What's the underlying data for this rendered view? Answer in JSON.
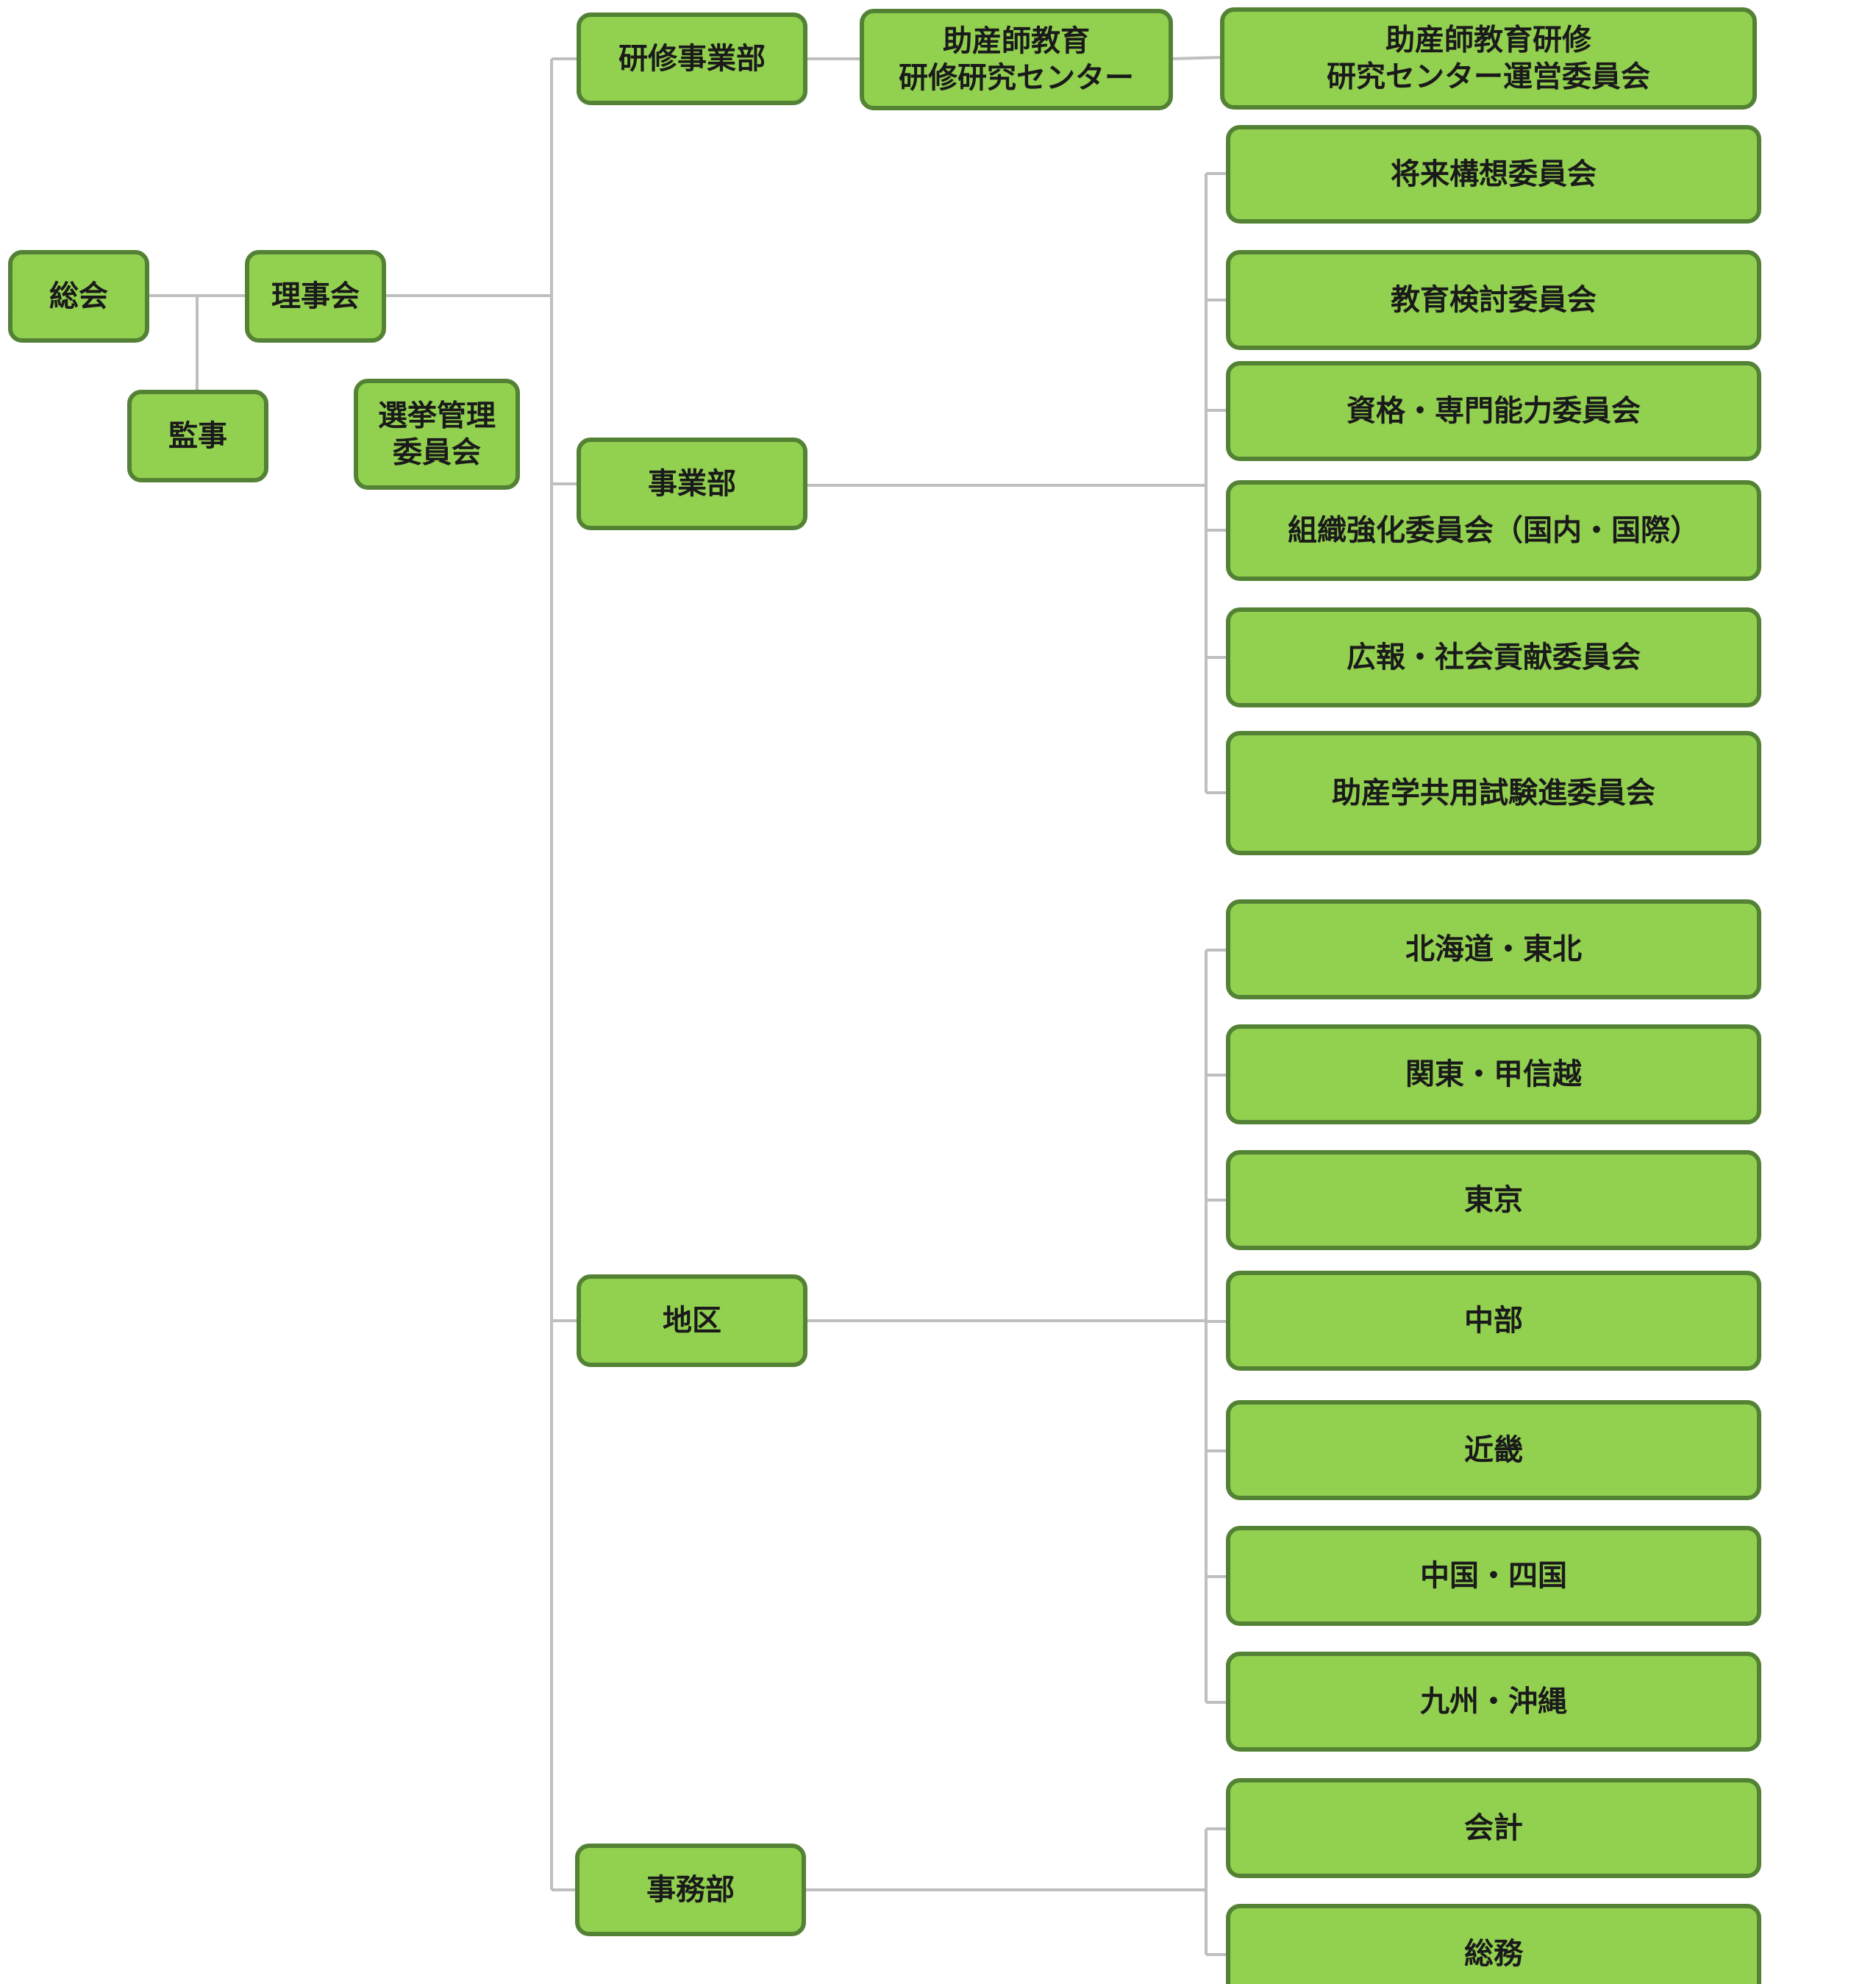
{
  "org": {
    "general_assembly": "総会",
    "auditor": "監事",
    "board": "理事会",
    "election_committee": [
      "選挙管理",
      "委員会"
    ],
    "training_division": "研修事業部",
    "training_center": [
      "助産師教育",
      "研修研究センター"
    ],
    "training_center_committee": [
      "助産師教育研修",
      "研究センター運営委員会"
    ],
    "operations_division": "事業部",
    "operations_committees": [
      "将来構想委員会",
      "教育検討委員会",
      "資格・専門能力委員会",
      "組織強化委員会（国内・国際）",
      "広報・社会貢献委員会",
      "助産学共用試験進委員会"
    ],
    "regions_division": "地区",
    "regions": [
      "北海道・東北",
      "関東・甲信越",
      "東京",
      "中部",
      "近畿",
      "中国・四国",
      "九州・沖縄"
    ],
    "secretariat_division": "事務部",
    "secretariat_units": [
      "会計",
      "総務"
    ]
  },
  "colors": {
    "box_fill": "#92d050",
    "box_border": "#548235",
    "connector": "#bfbfbf",
    "text": "#1a1a1a"
  }
}
